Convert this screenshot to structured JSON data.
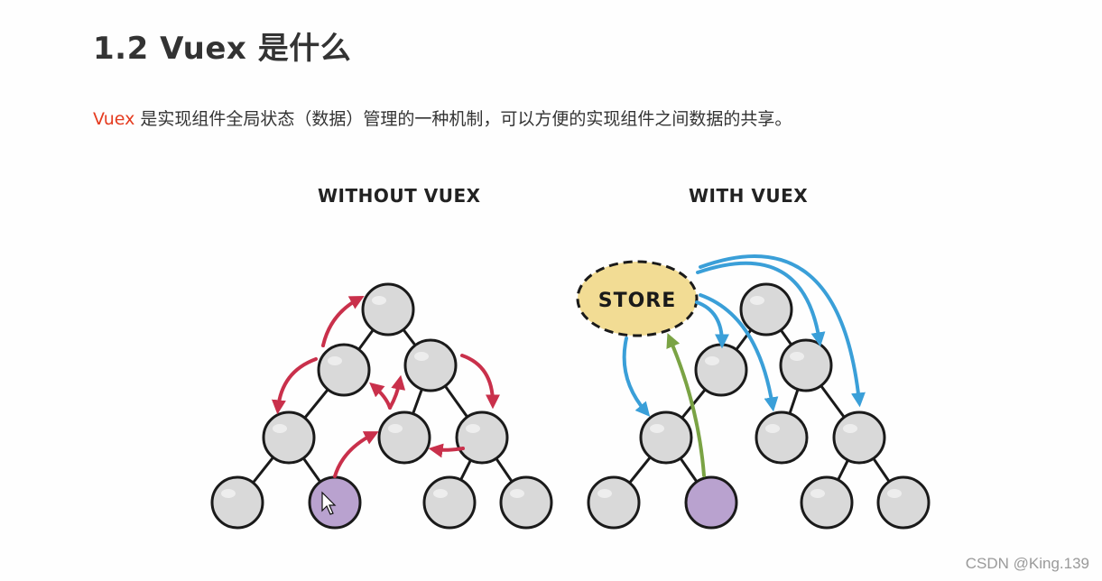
{
  "heading": "1.2 Vuex 是什么",
  "description": {
    "highlight": "Vuex",
    "rest": " 是实现组件全局状态（数据）管理的一种机制，可以方便的实现组件之间数据的共享。"
  },
  "diagrams": {
    "left_label": "WITHOUT VUEX",
    "right_label": "WITH VUEX",
    "store_label": "STORE"
  },
  "colors": {
    "accent": "#e53b1f",
    "red_arrow": "#c9304b",
    "blue_arrow": "#3a9fd8",
    "green_arrow": "#7aa344",
    "node_fill": "#d9d9d9",
    "purple_node": "#b9a2cf",
    "store_fill": "#f2dc94"
  },
  "watermark": "CSDN @King.139"
}
